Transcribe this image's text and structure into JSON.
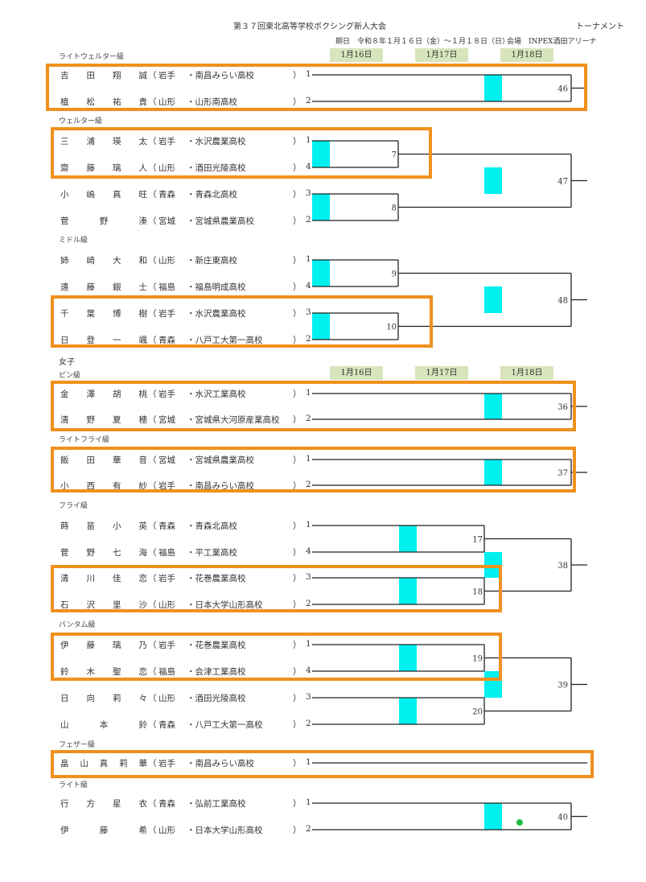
{
  "title": "第３７回東北高等学校ボクシング新人大会",
  "doc_type": "トーナメント",
  "period": "期日　令和８年１月１６日（金）～１月１８日（日）",
  "venue": "会場　INPEX酒田アリーナ",
  "dates": [
    "1月16日",
    "1月17日",
    "1月18日"
  ],
  "womens_label": "女子",
  "classes": [
    {
      "name": "ライトウェルター級",
      "players": [
        {
          "name": "吉田翔誠",
          "pref": "岩手",
          "school": "・南昌みらい高校",
          "seed": "1"
        },
        {
          "name": "植松祐貴",
          "pref": "山形",
          "school": "・山形南高校",
          "seed": "2"
        }
      ],
      "matches": [
        "46"
      ]
    },
    {
      "name": "ウェルター級",
      "players": [
        {
          "name": "三浦瑛太",
          "pref": "岩手",
          "school": "・水沢農業高校",
          "seed": "1"
        },
        {
          "name": "齋藤璃人",
          "pref": "山形",
          "school": "・酒田光陵高校",
          "seed": "4"
        },
        {
          "name": "小嶋真旺",
          "pref": "青森",
          "school": "・青森北高校",
          "seed": "3"
        },
        {
          "name": "菅野湊",
          "pref": "宮城",
          "school": "・宮城県農業高校",
          "seed": "2"
        }
      ],
      "matches": [
        "7",
        "8",
        "47"
      ]
    },
    {
      "name": "ミドル級",
      "players": [
        {
          "name": "姉崎大和",
          "pref": "山形",
          "school": "・新庄東高校",
          "seed": "1"
        },
        {
          "name": "遠藤銀士",
          "pref": "福島",
          "school": "・福島明成高校",
          "seed": "4"
        },
        {
          "name": "千葉博樹",
          "pref": "岩手",
          "school": "・水沢農業高校",
          "seed": "3"
        },
        {
          "name": "日登一颯",
          "pref": "青森",
          "school": "・八戸工大第一高校",
          "seed": "2"
        }
      ],
      "matches": [
        "9",
        "10",
        "48"
      ]
    },
    {
      "name": "ピン級",
      "players": [
        {
          "name": "金澤胡桃",
          "pref": "岩手",
          "school": "・水沢工業高校",
          "seed": "1"
        },
        {
          "name": "清野夏穂",
          "pref": "宮城",
          "school": "・宮城県大河原産業高校",
          "seed": "2"
        }
      ],
      "matches": [
        "36"
      ]
    },
    {
      "name": "ライトフライ級",
      "players": [
        {
          "name": "飯田華音",
          "pref": "宮城",
          "school": "・宮城県農業高校",
          "seed": "1"
        },
        {
          "name": "小西有紗",
          "pref": "岩手",
          "school": "・南昌みらい高校",
          "seed": "2"
        }
      ],
      "matches": [
        "37"
      ]
    },
    {
      "name": "フライ級",
      "players": [
        {
          "name": "蒔苗小英",
          "pref": "青森",
          "school": "・青森北高校",
          "seed": "1"
        },
        {
          "name": "菅野七海",
          "pref": "福島",
          "school": "・平工業高校",
          "seed": "4"
        },
        {
          "name": "清川佳恋",
          "pref": "岩手",
          "school": "・花巻農業高校",
          "seed": "3"
        },
        {
          "name": "石沢里沙",
          "pref": "山形",
          "school": "・日本大学山形高校",
          "seed": "2"
        }
      ],
      "matches": [
        "17",
        "18",
        "38"
      ]
    },
    {
      "name": "バンタム級",
      "players": [
        {
          "name": "伊藤璃乃",
          "pref": "岩手",
          "school": "・花巻農業高校",
          "seed": "1"
        },
        {
          "name": "鈴木聖恋",
          "pref": "福島",
          "school": "・会津工業高校",
          "seed": "4"
        },
        {
          "name": "日向莉々",
          "pref": "山形",
          "school": "・酒田光陵高校",
          "seed": "3"
        },
        {
          "name": "山本鈴",
          "pref": "青森",
          "school": "・八戸工大第一高校",
          "seed": "2"
        }
      ],
      "matches": [
        "19",
        "20",
        "39"
      ]
    },
    {
      "name": "フェザー級",
      "players": [
        {
          "name": "畠山真莉華",
          "pref": "岩手",
          "school": "・南昌みらい高校",
          "seed": "1"
        }
      ],
      "matches": []
    },
    {
      "name": "ライト級",
      "players": [
        {
          "name": "行方星衣",
          "pref": "青森",
          "school": "・弘前工業高校",
          "seed": "1"
        },
        {
          "name": "伊藤希",
          "pref": "山形",
          "school": "・日本大学山形高校",
          "seed": "2"
        }
      ],
      "matches": [
        "40"
      ]
    }
  ],
  "colors": {
    "highlight": "#f0901e",
    "win": "#00f0f0",
    "date_bg": "#d8e4bc",
    "dot": "#22bb44"
  }
}
